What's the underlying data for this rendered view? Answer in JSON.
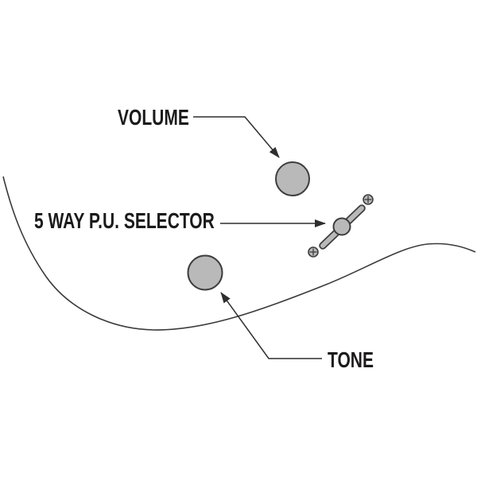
{
  "diagram": {
    "kind": "guitar-controls-callout-diagram",
    "background_color": "#ffffff",
    "outline_color": "#3a3a3a",
    "leader_line_color": "#2e2e2e",
    "knob_fill_color": "#b9b9b9",
    "knob_stroke_color": "#3d3d3d",
    "text_color": "#1c1a1b",
    "callouts": [
      {
        "label": "VOLUME",
        "target": "volume-knob"
      },
      {
        "label": "5 WAY P.U. SELECTOR",
        "target": "pickup-selector-switch"
      },
      {
        "label": "TONE",
        "target": "tone-knob"
      }
    ]
  }
}
